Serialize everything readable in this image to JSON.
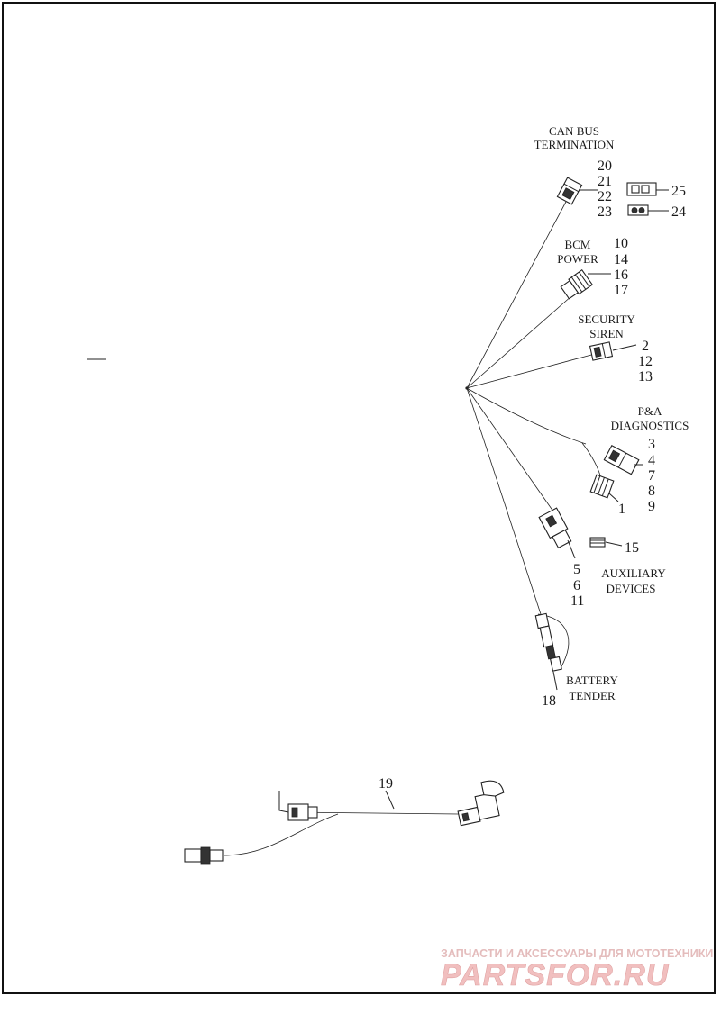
{
  "groups": {
    "can_bus": [
      "CAN BUS",
      "TERMINATION"
    ],
    "bcm_power": [
      "BCM",
      "POWER"
    ],
    "security_siren": [
      "SECURITY",
      "SIREN"
    ],
    "pa_diagnostics": [
      "P&A",
      "DIAGNOSTICS"
    ],
    "auxiliary_devices": [
      "AUXILIARY",
      "DEVICES"
    ],
    "battery_tender": [
      "BATTERY",
      "TENDER"
    ]
  },
  "callouts": {
    "c20": "20",
    "c21": "21",
    "c22": "22",
    "c23": "23",
    "c25": "25",
    "c24": "24",
    "c10": "10",
    "c14": "14",
    "c16": "16",
    "c17": "17",
    "c2": "2",
    "c12": "12",
    "c13": "13",
    "c3": "3",
    "c4": "4",
    "c7": "7",
    "c8": "8",
    "c9": "9",
    "c1": "1",
    "c15": "15",
    "c5": "5",
    "c6": "6",
    "c11": "11",
    "c18": "18",
    "c19": "19"
  },
  "watermark": {
    "tagline": "ЗАПЧАСТИ И АКСЕССУАРЫ ДЛЯ МОТОТЕХНИКИ",
    "brand": "PARTSFOR.RU"
  },
  "colors": {
    "line": "#222222",
    "watermark": "#e8b4b4",
    "background": "#ffffff"
  }
}
